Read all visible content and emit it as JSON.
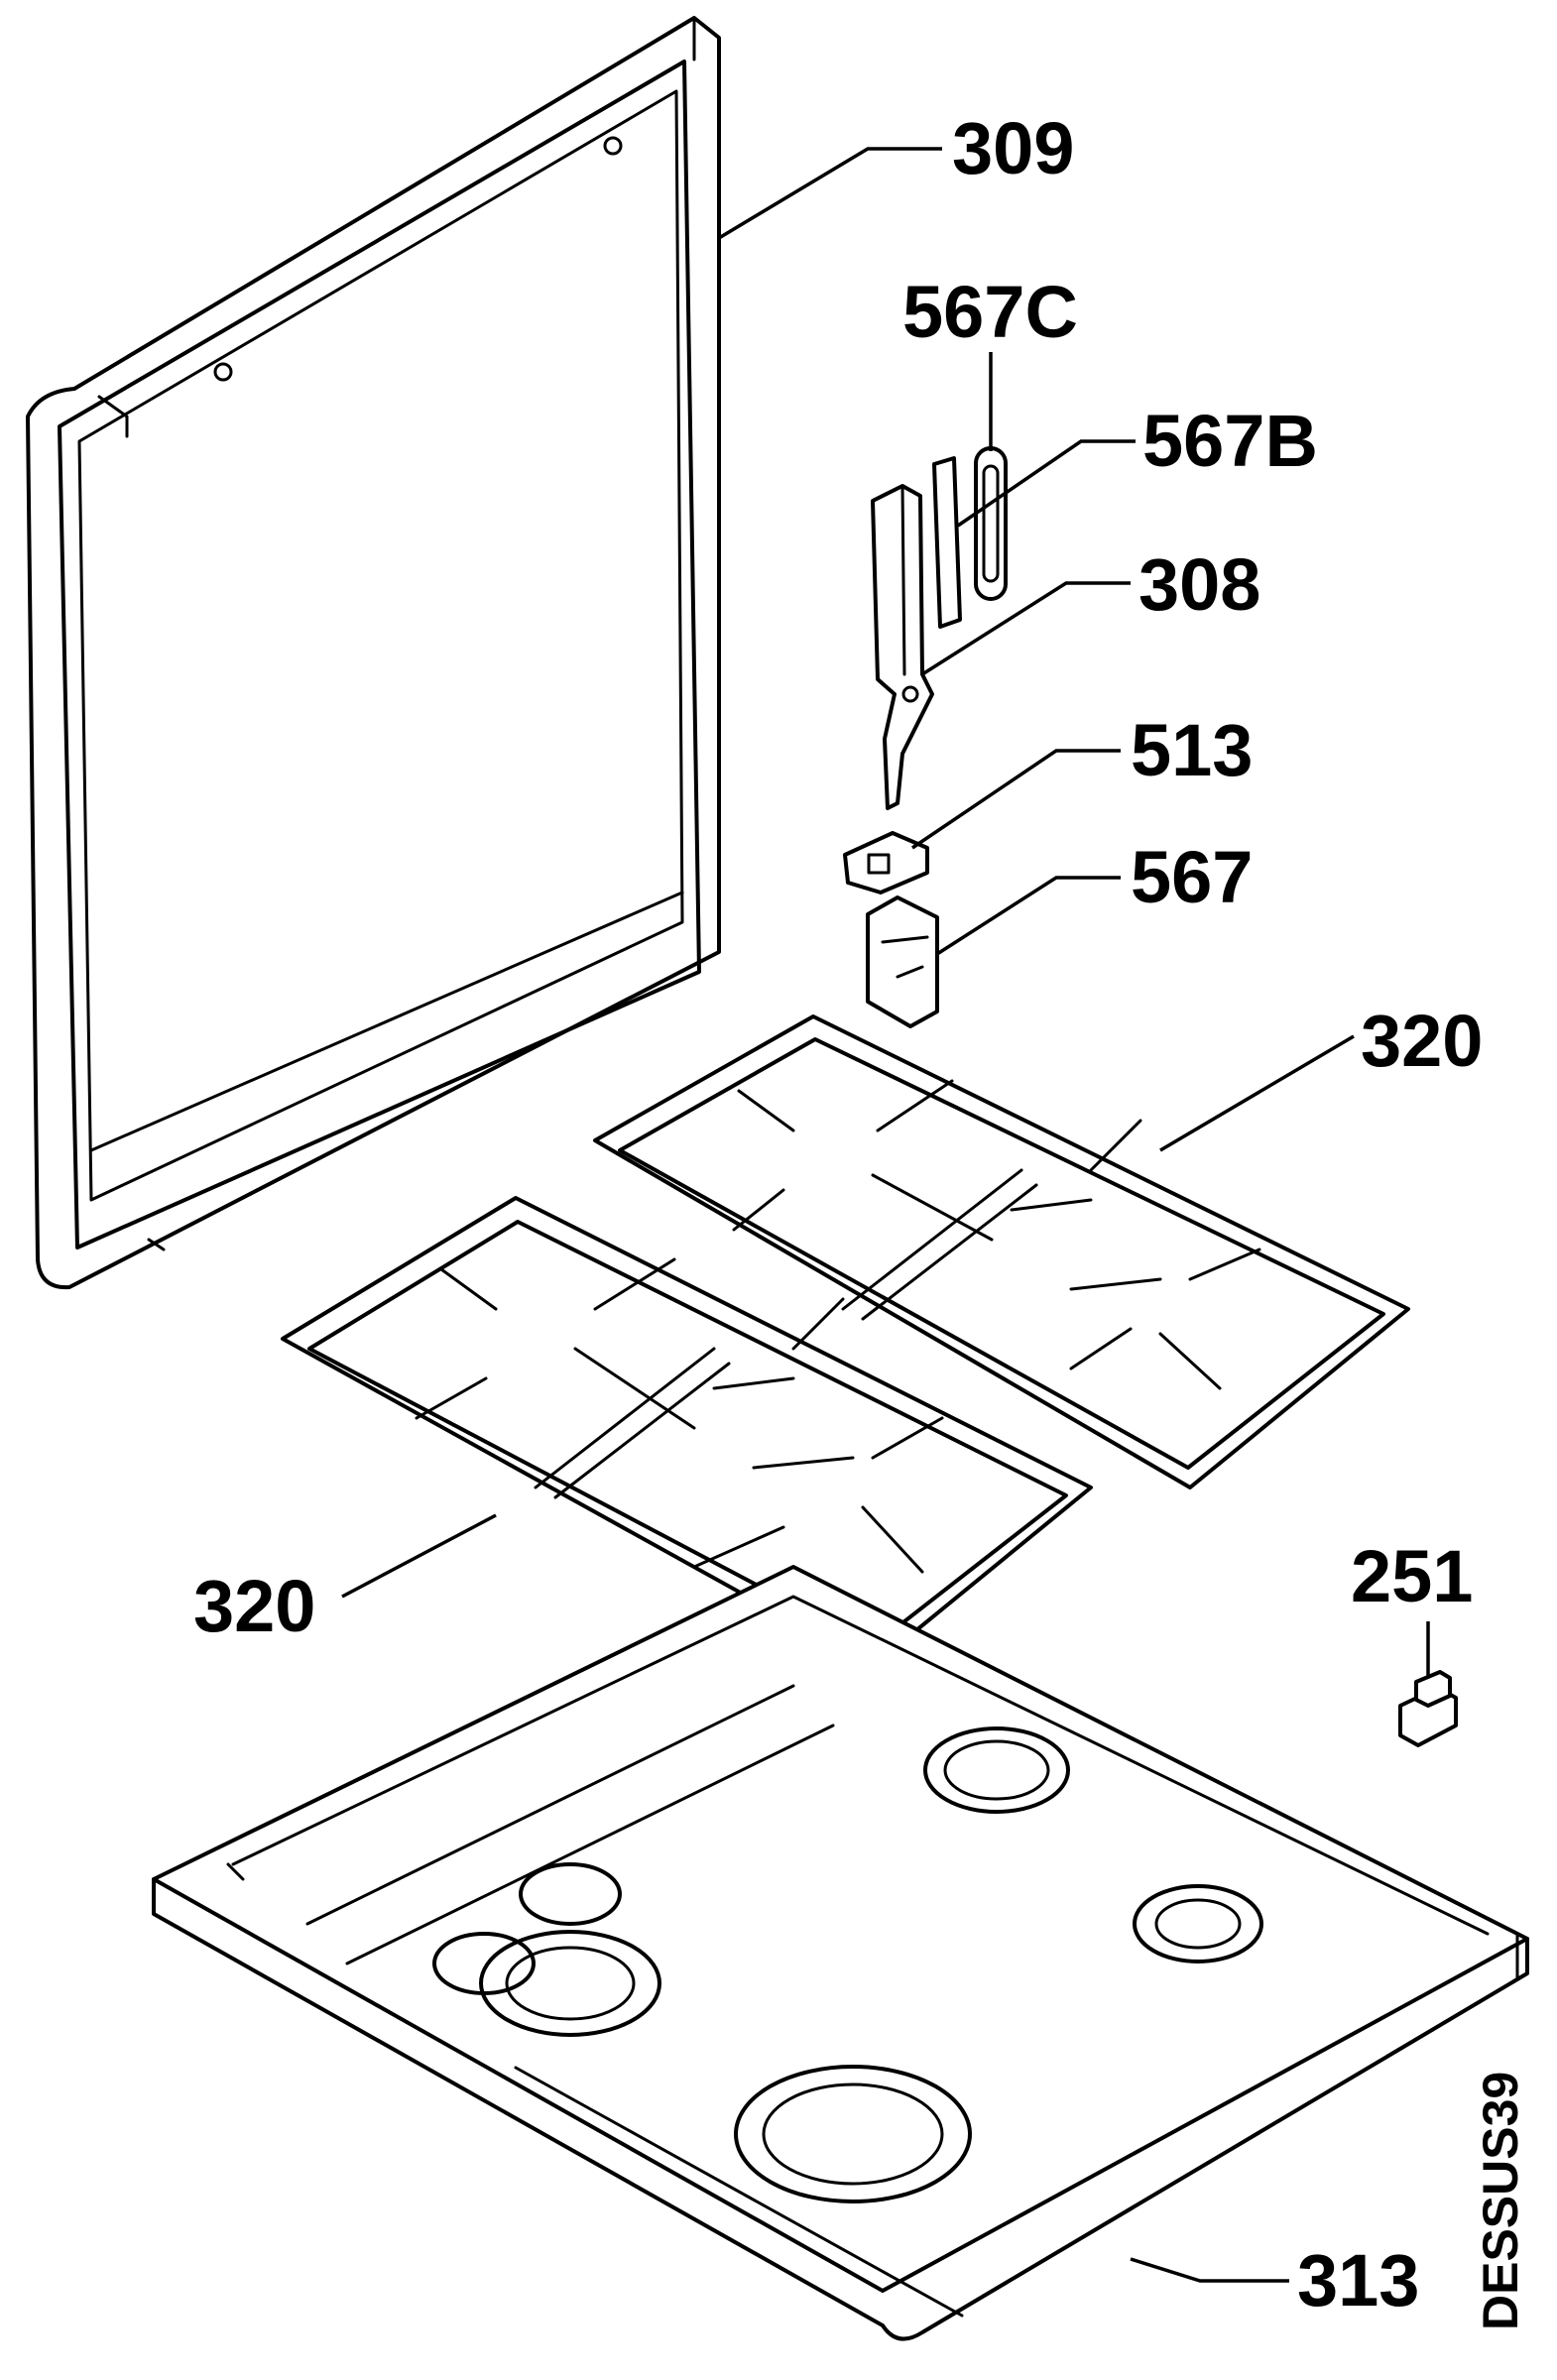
{
  "callouts": {
    "lid": "309",
    "hinge_plate_c": "567C",
    "hinge_plate_b": "567B",
    "hinge_arm": "308",
    "hinge_clip": "513",
    "hinge_bracket": "567",
    "grate_right": "320",
    "grate_left": "320",
    "foot": "251",
    "hob_top": "313"
  },
  "drawing_code": "DESSUS39"
}
